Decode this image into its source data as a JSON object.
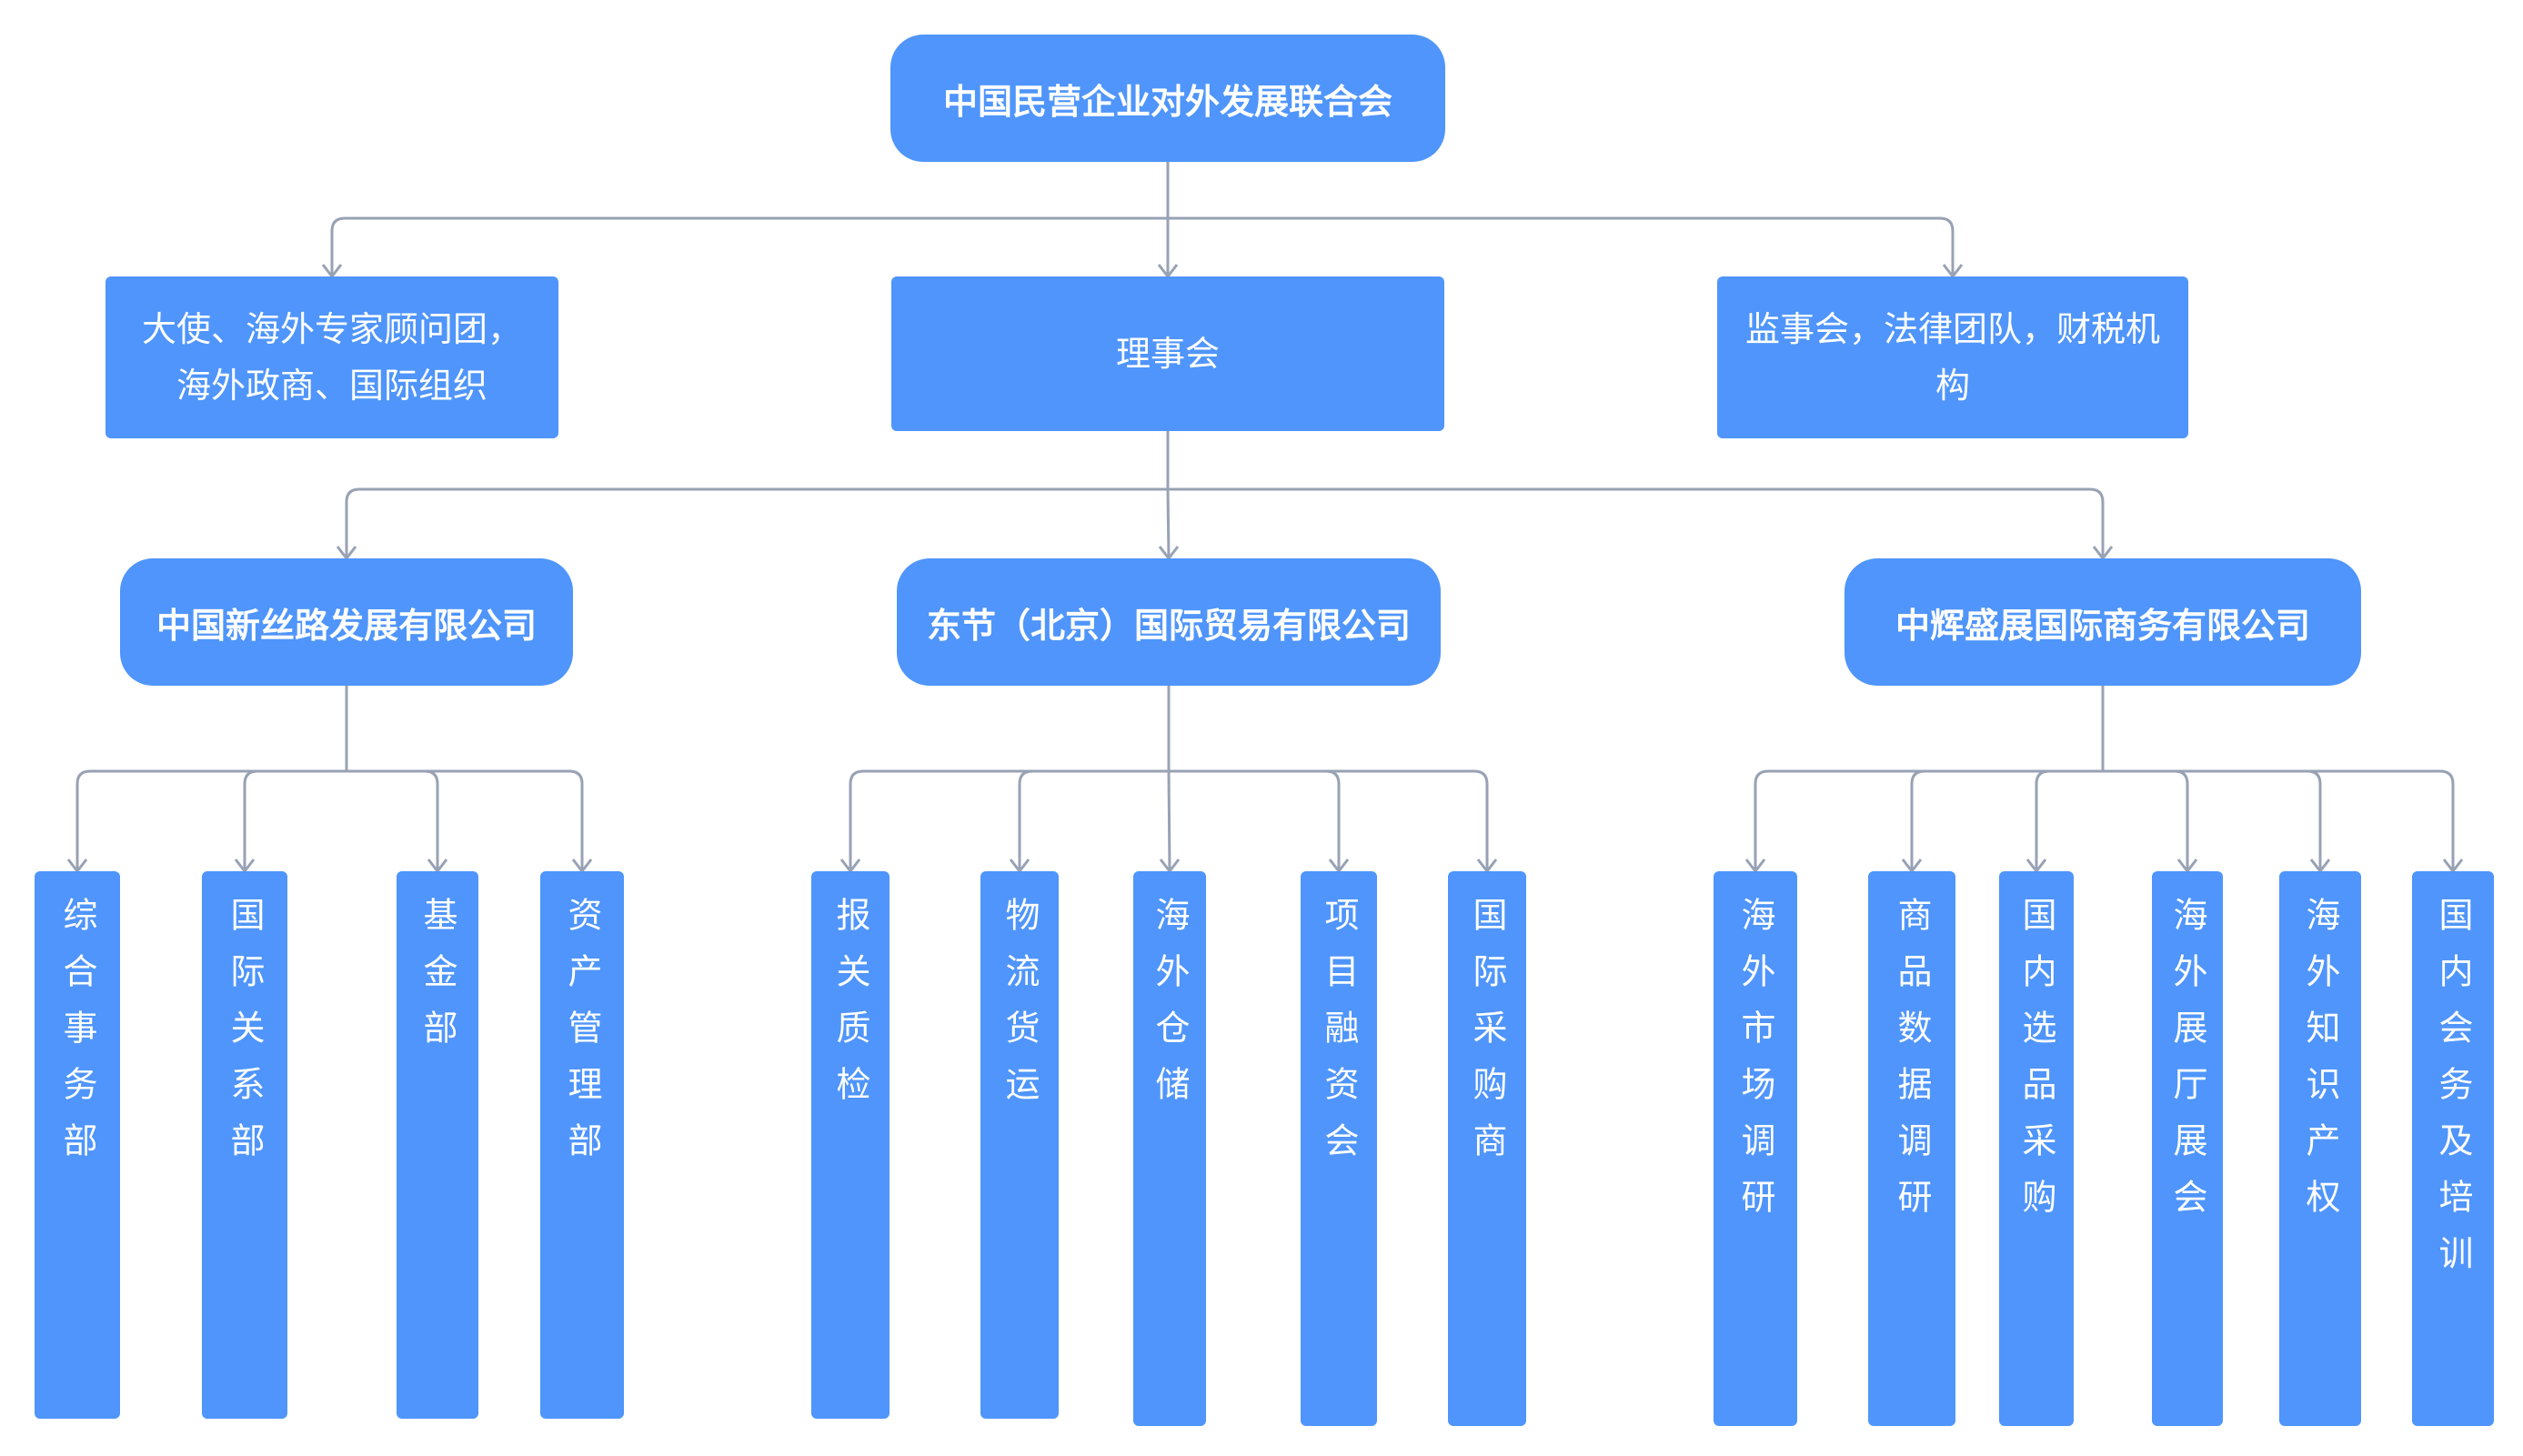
{
  "diagram": {
    "root": {
      "label": "中国民营企业对外发展联合会"
    },
    "level1": {
      "left": {
        "label": "大使、海外专家顾问团，海外政商、国际组织"
      },
      "center": {
        "label": "理事会"
      },
      "right": {
        "label": "监事会，法律团队，财税机构"
      }
    },
    "companies": [
      {
        "label": "中国新丝路发展有限公司",
        "departments": [
          "综合事务部",
          "国际关系部",
          "基金部",
          "资产管理部"
        ]
      },
      {
        "label": "东节（北京）国际贸易有限公司",
        "departments": [
          "报关质检",
          "物流货运",
          "海外仓储",
          "项目融资会",
          "国际采购商"
        ]
      },
      {
        "label": "中辉盛展国际商务有限公司",
        "departments": [
          "海外市场调研",
          "商品数据调研",
          "国内选品采购",
          "海外展厅展会",
          "海外知识产权",
          "国内会务及培训"
        ]
      }
    ],
    "colors": {
      "node_fill": "#4f95fb",
      "node_text": "#ffffff",
      "connector": "#98a2b4"
    }
  }
}
